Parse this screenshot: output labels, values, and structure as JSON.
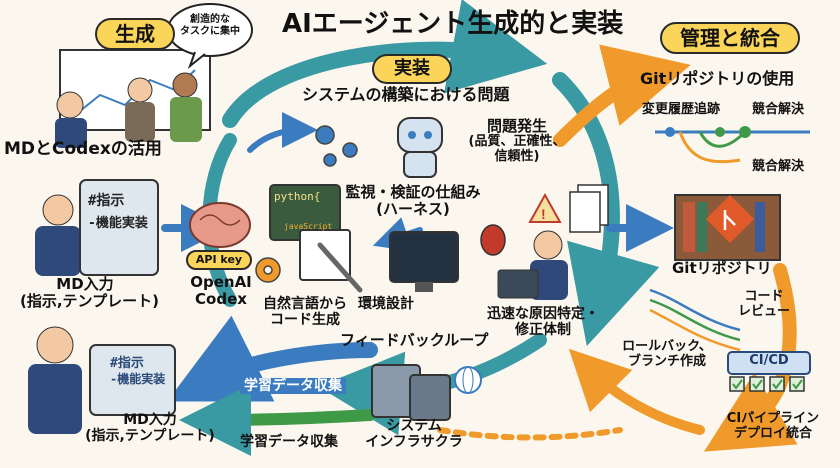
{
  "title": "AIエージェント生成的と実装",
  "sections": {
    "generation": "生成",
    "implementation": "実装",
    "management": "管理と統合"
  },
  "speech_bubble": [
    "創造的な",
    "タスクに集中"
  ],
  "left": {
    "md_codex": "MDとCodexの活用",
    "tablet_lines": [
      "#指示",
      "-機能実装"
    ],
    "md_input_1": [
      "MD入力",
      "(指示,テンプレート)"
    ],
    "tablet2_lines": [
      "#指示",
      "-機能実装"
    ],
    "md_input_2": [
      "MD入力",
      "(指示,テンプレート)"
    ]
  },
  "center": {
    "system_problem": "システムの構築における問題",
    "api_key": "API key",
    "openai_codex": [
      "OpenAI",
      "Codex"
    ],
    "code_lines": [
      "python{",
      "javaScript"
    ],
    "natural_language": [
      "自然言語から",
      "コード生成"
    ],
    "env_design": "環境設計",
    "monitoring": [
      "監視・検証の仕組み",
      "(ハーネス)"
    ],
    "problem_occurrence": [
      "問題発生",
      "(品質、正確性、",
      "信頼性)"
    ],
    "rapid_fix": [
      "迅速な原因特定・",
      "修正体制"
    ],
    "feedback_loop": "フィードバックループ",
    "infra": [
      "システム",
      "インフラサクラ"
    ],
    "learning_data_1": "学習データ収集",
    "learning_data_2": "学習データ収集"
  },
  "right": {
    "git_usage": "Gitリポジトリの使用",
    "history": "変更履歴追跡",
    "conflict_1": "競合解決",
    "conflict_2": "競合解決",
    "git_repo": "Gitリポジトリ",
    "code_review": [
      "コード",
      "レビュー"
    ],
    "rollback": [
      "ロールバック、",
      "ブランチ作成"
    ],
    "cicd": "CI/CD",
    "pipeline": [
      "CIパイプライン",
      "デプロイ統合"
    ]
  },
  "colors": {
    "background": "#fbf7ee",
    "pill": "#fbd55a",
    "teal_arrow": "#3a9aa3",
    "orange_arrow": "#f09a2c",
    "blue_arrow": "#3b7cc0",
    "green_arrow": "#3f9a48",
    "suit": "#2f4a7a"
  },
  "icons": [
    "brain-icon",
    "gear-icon",
    "robot-icon",
    "bug-icon",
    "warning-icon",
    "server-icon",
    "globe-icon",
    "git-icon",
    "checkbox-icon",
    "wrench-icon"
  ]
}
